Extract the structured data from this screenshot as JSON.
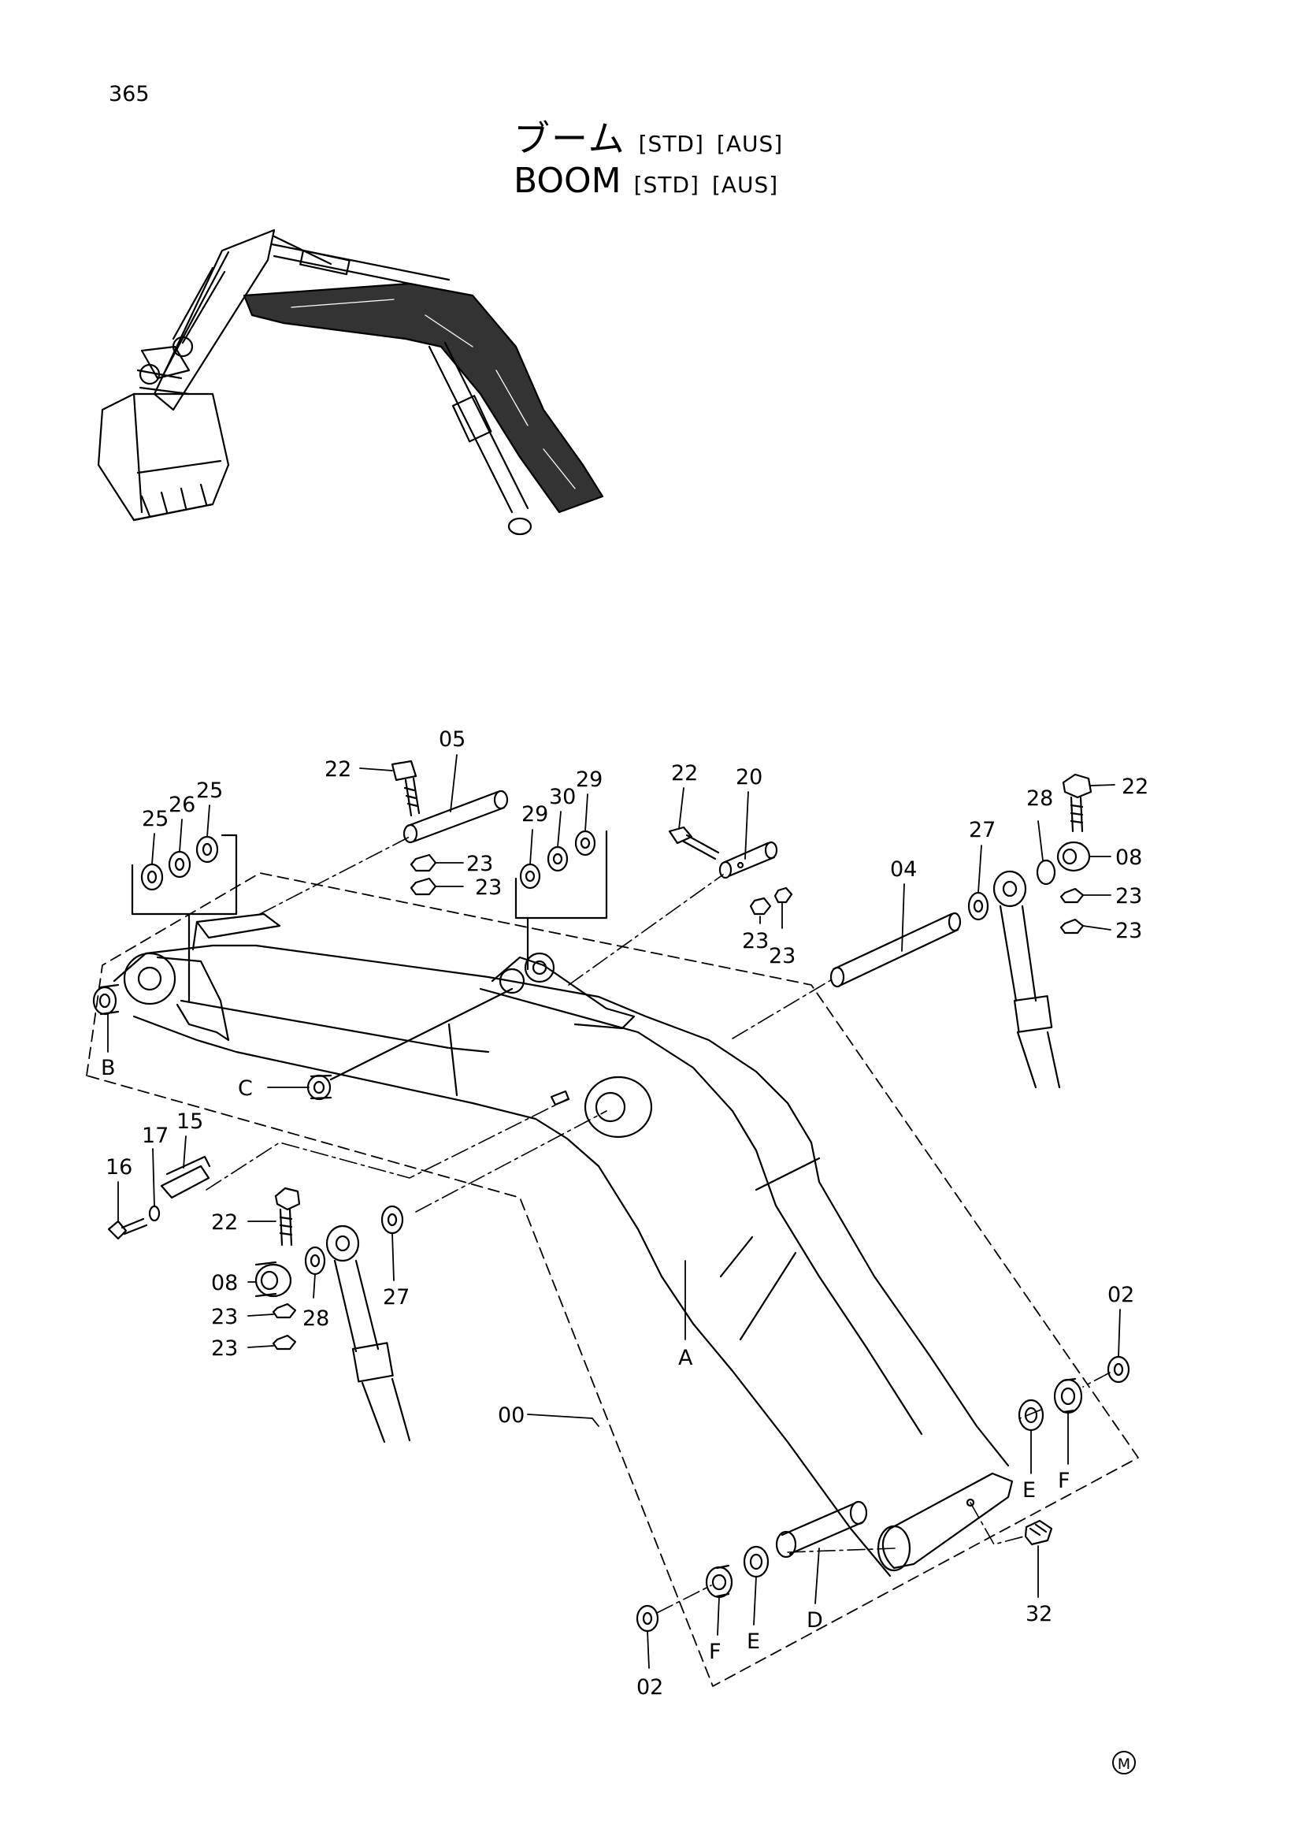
{
  "page_number": "365",
  "title_jp": "ブーム",
  "title_en": "BOOM",
  "tag_std": "[STD]",
  "tag_aus": "[AUS]",
  "mark": "M",
  "callouts": [
    {
      "id": "c05",
      "text": "05"
    },
    {
      "id": "c22a",
      "text": "22"
    },
    {
      "id": "c25a",
      "text": "25"
    },
    {
      "id": "c26",
      "text": "26"
    },
    {
      "id": "c25b",
      "text": "25"
    },
    {
      "id": "c23a",
      "text": "23"
    },
    {
      "id": "c23b",
      "text": "23"
    },
    {
      "id": "c29a",
      "text": "29"
    },
    {
      "id": "c30",
      "text": "30"
    },
    {
      "id": "c29b",
      "text": "29"
    },
    {
      "id": "c22b",
      "text": "22"
    },
    {
      "id": "c20",
      "text": "20"
    },
    {
      "id": "c23c",
      "text": "23"
    },
    {
      "id": "c23d",
      "text": "23"
    },
    {
      "id": "c22c",
      "text": "22"
    },
    {
      "id": "c28a",
      "text": "28"
    },
    {
      "id": "c27a",
      "text": "27"
    },
    {
      "id": "c08a",
      "text": "08"
    },
    {
      "id": "c04",
      "text": "04"
    },
    {
      "id": "c23e",
      "text": "23"
    },
    {
      "id": "c23f",
      "text": "23"
    },
    {
      "id": "cB",
      "text": "B"
    },
    {
      "id": "cC",
      "text": "C"
    },
    {
      "id": "c15",
      "text": "15"
    },
    {
      "id": "c17",
      "text": "17"
    },
    {
      "id": "c16",
      "text": "16"
    },
    {
      "id": "c22d",
      "text": "22"
    },
    {
      "id": "c08b",
      "text": "08"
    },
    {
      "id": "c23g",
      "text": "23"
    },
    {
      "id": "c23h",
      "text": "23"
    },
    {
      "id": "c28b",
      "text": "28"
    },
    {
      "id": "c27b",
      "text": "27"
    },
    {
      "id": "cA",
      "text": "A"
    },
    {
      "id": "c00",
      "text": "00"
    },
    {
      "id": "c02a",
      "text": "02"
    },
    {
      "id": "cE1",
      "text": "E"
    },
    {
      "id": "cF1",
      "text": "F"
    },
    {
      "id": "c32",
      "text": "32"
    },
    {
      "id": "cD",
      "text": "D"
    },
    {
      "id": "cE2",
      "text": "E"
    },
    {
      "id": "cF2",
      "text": "F"
    },
    {
      "id": "c02b",
      "text": "02"
    }
  ]
}
